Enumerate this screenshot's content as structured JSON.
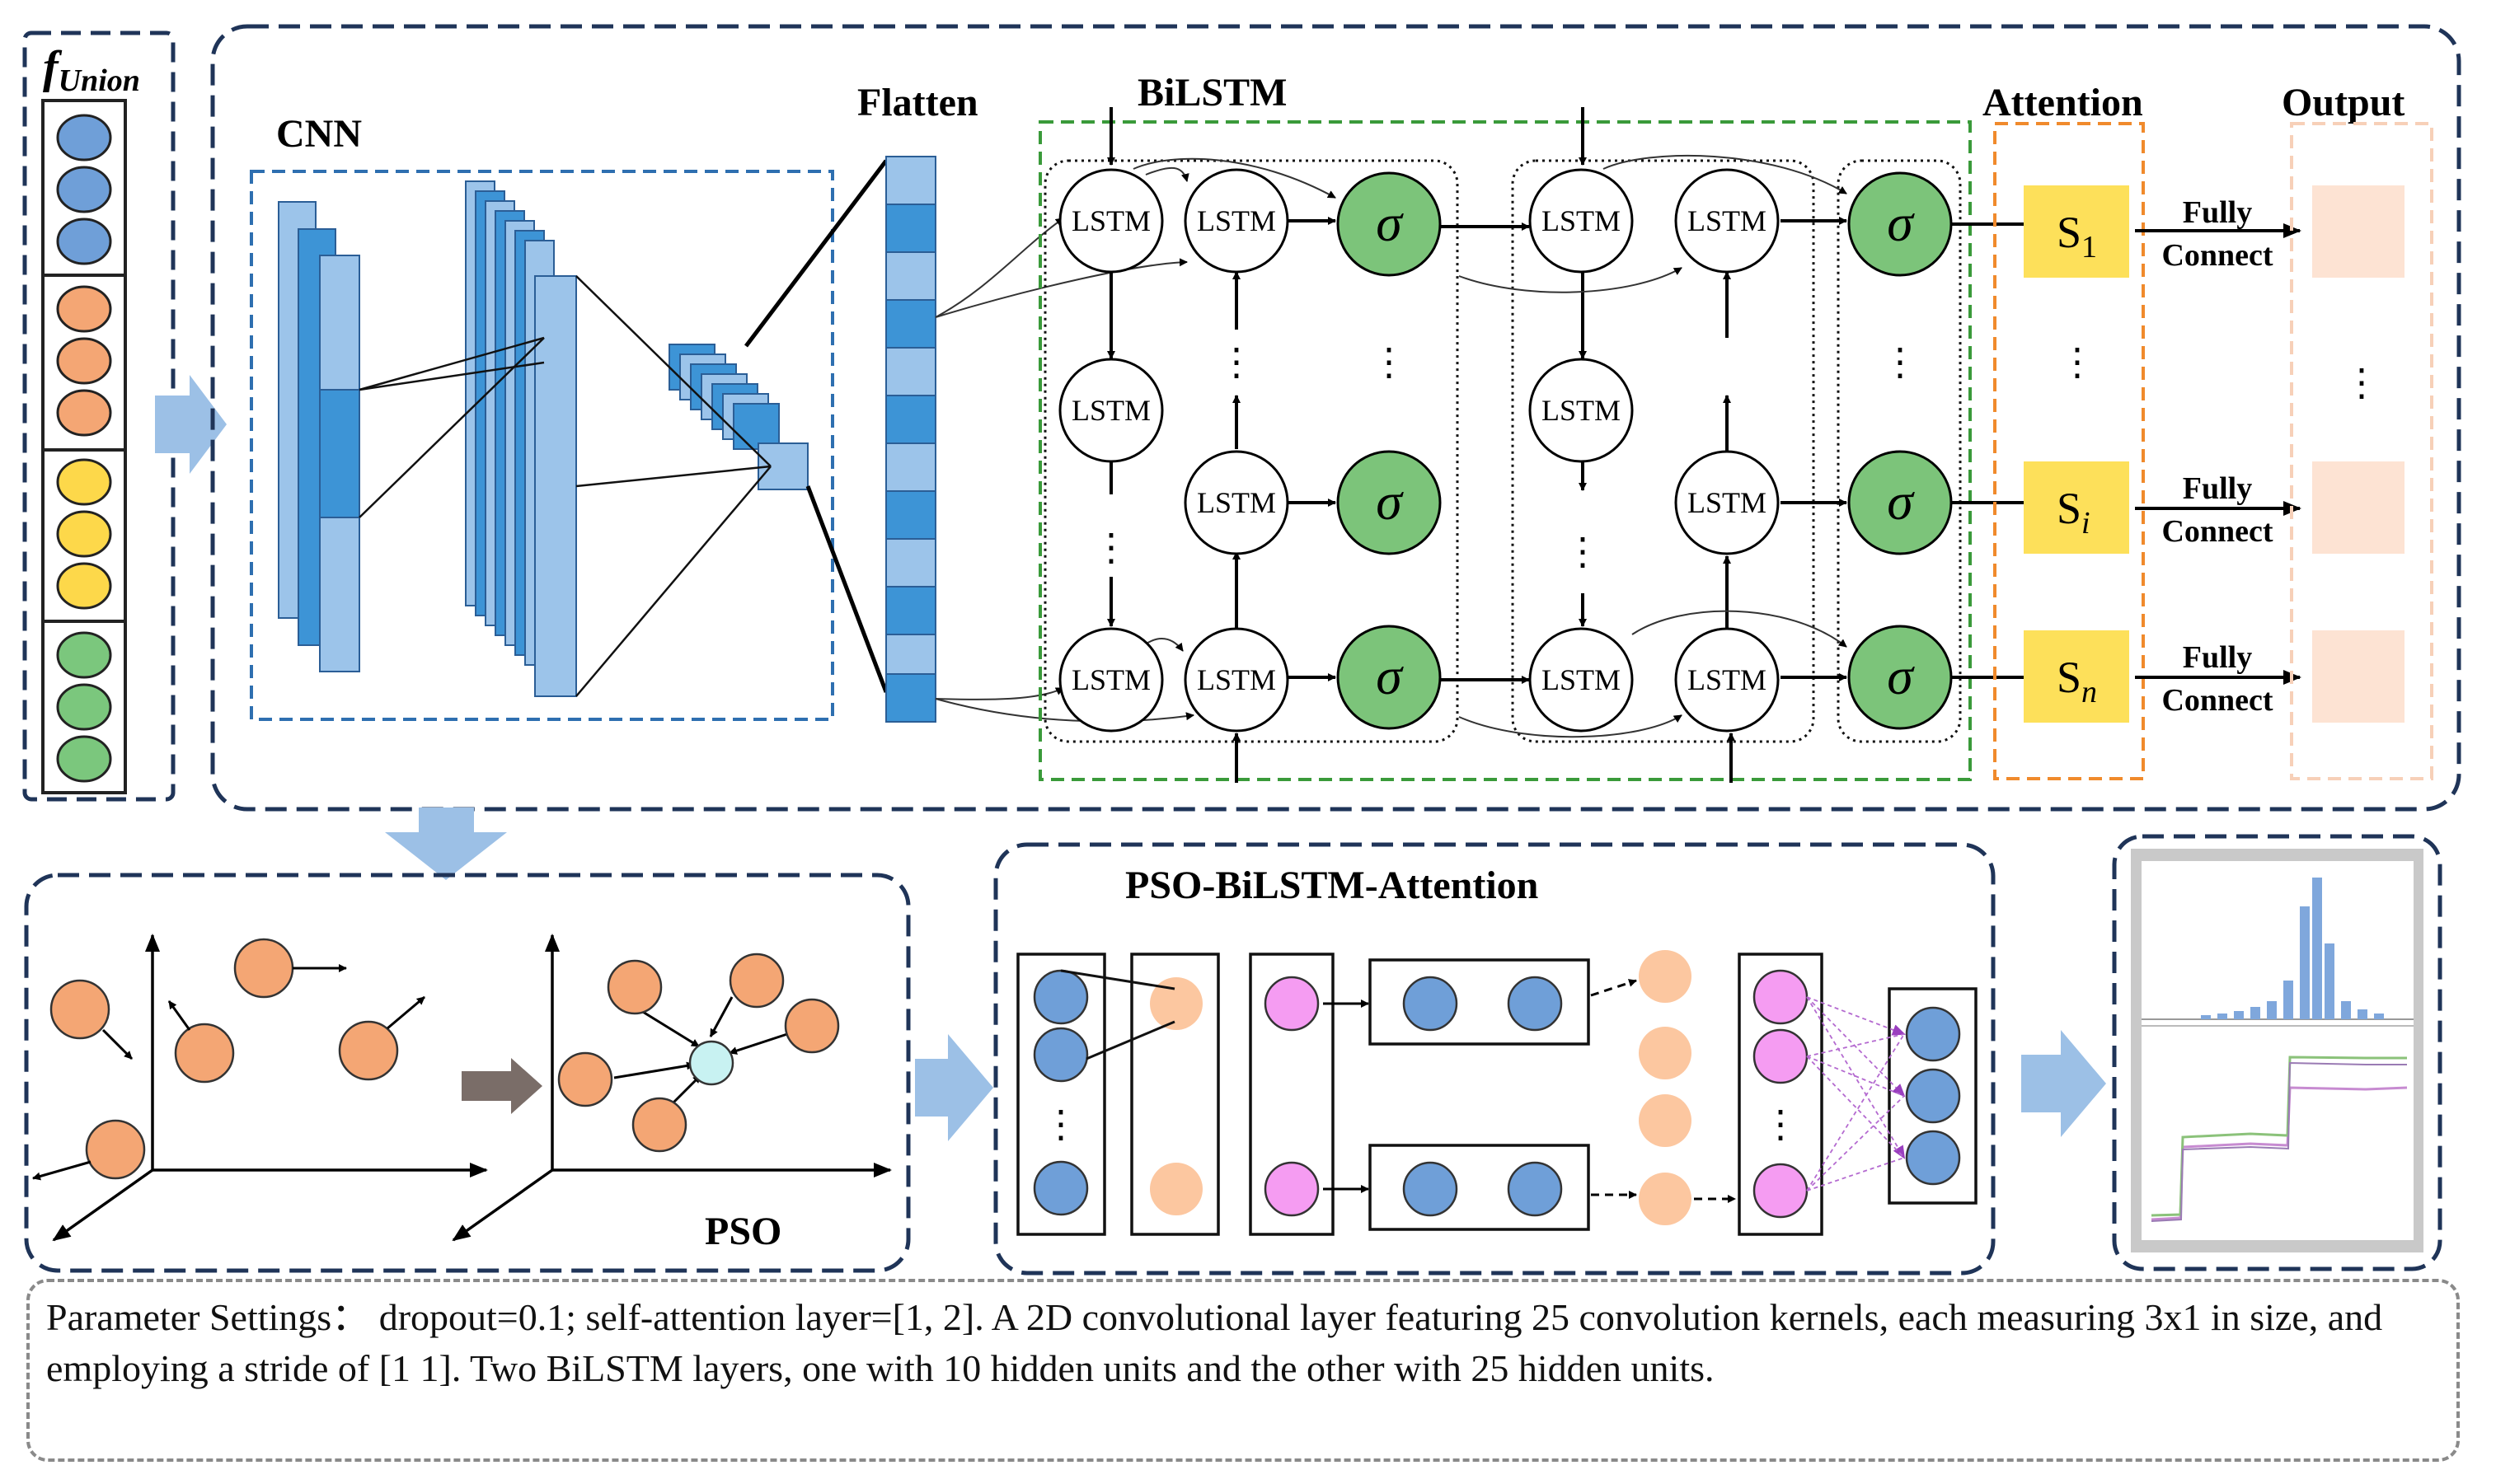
{
  "f_union": {
    "label_main": "f",
    "label_sub": "Union"
  },
  "labels": {
    "cnn": "CNN",
    "flatten": "Flatten",
    "bilstm": "BiLSTM",
    "attention": "Attention",
    "output": "Output",
    "pso": "PSO",
    "pso_bilstm_attention": "PSO-BiLSTM-Attention",
    "lstm": "LSTM",
    "sigma": "σ",
    "s1_base": "S",
    "s1_sub": "1",
    "si_base": "S",
    "si_sub": "i",
    "sn_base": "S",
    "sn_sub": "n",
    "fully": "Fully",
    "connect": "Connect",
    "vdots": "⋮"
  },
  "parameter_text": "Parameter Settings： dropout=0.1; self-attention layer=[1, 2]. A 2D convolutional layer featuring 25 convolution kernels, each measuring 3x1 in size, and employing a stride of [1 1]. Two  BiLSTM layers, one with 10 hidden units and the other with 25 hidden units.",
  "colors": {
    "navy": "#1f3458",
    "blue_node": "#6f9fd8",
    "orange_node": "#f4a674",
    "yellow_node": "#fdd84a",
    "green_node": "#7bc77d",
    "sigma_green": "#7cc47a",
    "attention_yellow": "#fde05a",
    "output_pink": "#fde3d3",
    "arrow_blue": "#9cc0e6",
    "cnn_blue": "#3d94d6",
    "cnn_light": "#9cc4ea",
    "magenta": "#f59cf2"
  }
}
